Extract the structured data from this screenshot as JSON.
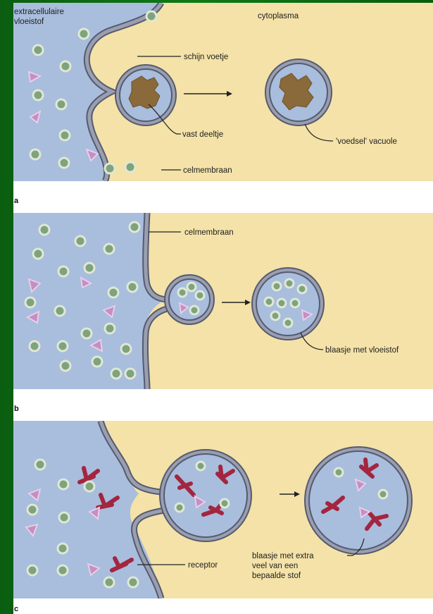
{
  "colors": {
    "background": "#0e7a16",
    "extracellular": "#a9bddd",
    "cytoplasm": "#f4e2a8",
    "membrane_fill": "#9a9fb0",
    "membrane_stroke": "#555a70",
    "particle": "#8a6a3a",
    "molecule_circle": "#7fa37c",
    "molecule_triangle": "#c48fc2",
    "receptor": "#a3253f"
  },
  "panel_a": {
    "letter": "a",
    "labels": {
      "extracellular_line1": "extracellulaire",
      "extracellular_line2": "vloeistof",
      "cytoplasm": "cytoplasma",
      "pseudopod": "schijn voetje",
      "particle": "vast deeltje",
      "food_vacuole": "'voedsel' vacuole",
      "membrane": "celmembraan"
    }
  },
  "panel_b": {
    "letter": "b",
    "labels": {
      "membrane": "celmembraan",
      "vesicle": "blaasje met vloeistof"
    }
  },
  "panel_c": {
    "letter": "c",
    "labels": {
      "receptor": "receptor",
      "vesicle_line1": "blaasje met extra",
      "vesicle_line2": "veel van een",
      "vesicle_line3": "bepaalde stof"
    }
  }
}
